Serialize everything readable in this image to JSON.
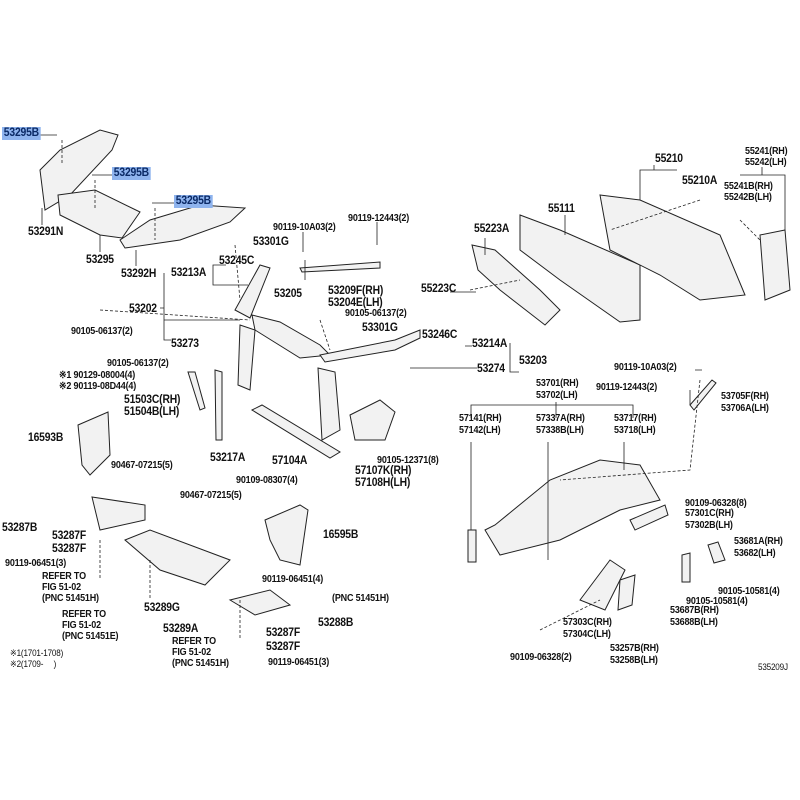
{
  "diagram_code": "535209J",
  "notes": [
    "※1(1701-1708)",
    "※2(1709-     )"
  ],
  "highlighted_parts": [
    "53295B",
    "53295B",
    "53295B"
  ],
  "labels": [
    "53291N",
    "53295",
    "53292H",
    "53213A",
    "53245C",
    "53301G",
    "90119-10A03(2)",
    "90119-12443(2)",
    "53209F(RH)",
    "53204E(LH)",
    "53205",
    "53202",
    "90105-06137(2)",
    "90105-06137(2)",
    "53301G",
    "53246C",
    "53214A",
    "53203",
    "53274",
    "53273",
    "90105-06137(2)",
    "※1 90129-08004(4)",
    "※2 90119-08D44(4)",
    "51503C(RH)",
    "51504B(LH)",
    "16593B",
    "90467-07215(5)",
    "53217A",
    "57104A",
    "90109-08307(4)",
    "90105-12371(8)",
    "57107K(RH)",
    "57108H(LH)",
    "90467-07215(5)",
    "53287B",
    "53287F",
    "53287F",
    "90119-06451(3)",
    "REFER TO",
    "FIG 51-02",
    "(PNC 51451H)",
    "16595B",
    "90119-06451(4)",
    "(PNC 51451H)",
    "53289G",
    "REFER TO",
    "FIG 51-02",
    "(PNC 51451E)",
    "53289A",
    "53288B",
    "53287F",
    "53287F",
    "REFER TO",
    "FIG 51-02",
    "(PNC 51451H)",
    "90119-06451(3)",
    "55210",
    "55210A",
    "55241(RH)",
    "55242(LH)",
    "55241B(RH)",
    "55242B(LH)",
    "55111",
    "55223A",
    "55223C",
    "90119-10A03(2)",
    "90119-12443(2)",
    "53701(RH)",
    "53702(LH)",
    "53705F(RH)",
    "53706A(LH)",
    "57141(RH)",
    "57142(LH)",
    "57337A(RH)",
    "57338B(LH)",
    "53717(RH)",
    "53718(LH)",
    "90109-06328(8)",
    "57301C(RH)",
    "57302B(LH)",
    "53681A(RH)",
    "53682(LH)",
    "90105-10581(4)",
    "90105-10581(4)",
    "53687B(RH)",
    "53688B(LH)",
    "57303C(RH)",
    "57304C(LH)",
    "90109-06328(2)",
    "53257B(RH)",
    "53258B(LH)"
  ],
  "colors": {
    "highlight": "#8fb4ee",
    "ink": "#111111",
    "part_fill": "#f2f2f2"
  }
}
